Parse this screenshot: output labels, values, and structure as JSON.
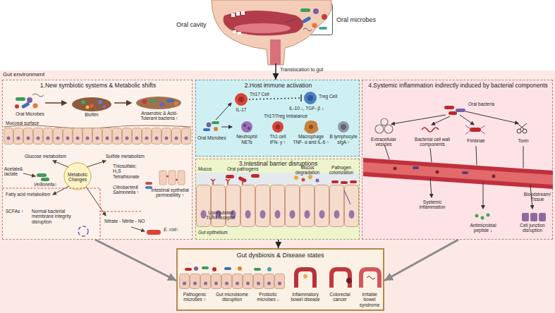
{
  "diagram": {
    "nodes": [
      {
        "text": [
          "Oral cavity"
        ]
      },
      {
        "text": [
          "Oral microbes"
        ]
      },
      {
        "text": [
          "Gut environment"
        ]
      },
      {
        "text": [
          "1.New symbiotic systems & Metabolic shifts"
        ],
        "in": 2
      },
      {
        "text": [
          "2.Host immune activation"
        ],
        "in": 2
      },
      {
        "text": [
          "3.Intestinal barrier disruptions"
        ],
        "in": 2
      },
      {
        "text": [
          "4.Systemic inflammation indirectly induced by bacterial components"
        ],
        "in": 2
      },
      {
        "text": [
          "Gut dysbiosis & Disease states"
        ],
        "in": 2
      }
    ],
    "edges": [
      {
        "from": 0,
        "to": 4,
        "label": "Translocation to gut",
        "arrow": "to"
      },
      {
        "from": 3,
        "to": 7,
        "arrow": "to"
      },
      {
        "from": 5,
        "to": 7,
        "arrow": "to"
      },
      {
        "from": 6,
        "to": 7,
        "arrow": "to"
      }
    ],
    "labels": [
      "Oral Microbes",
      "Biofilm",
      "Anaerobic & Acid-Tolerant bacteria ↑",
      "Mucosal surface",
      "Glucose metabolism",
      "Acetate& lactate",
      "Veillonella↑",
      "Metabolic Changes",
      "Sulfide metabolism",
      "Thiosulfate; H₂S Tetrathionate",
      "Citrobacter& Salmonella ↑",
      "Intestinal epithelial permeability ↑",
      "Fatty acid metabolism",
      "SCFAs ↑",
      "Normal bacterial membrane integrity disruption",
      "Nitrate - Nitrite - NO",
      "E. coli↑",
      "Th17 Cell",
      "IL-17",
      "Treg Cell",
      "IL-10 ↓, TGF- β ↓",
      "Th17/Treg Imbalance",
      "Oral Microbes",
      "Neutrophil",
      "NETs",
      "Th1 cell",
      "IFN- γ ↑",
      "Macrophage",
      "TNF- α and IL-6 ↑",
      "B lymphocyte",
      "sIgA ↑",
      "Mucus",
      "Oral pathogens",
      "Mucus degradation",
      "Pathogen colonization",
      "Upregulated TLR4 receptor",
      "Gut epithelium",
      "Oral bacteria",
      "Extracellular vesicles",
      "Bacterial cell wall components",
      "Fimbriae",
      "Toxin",
      "Bloodstream/ Tissue",
      "Systemic inflammation",
      "Antimicrobial peptide ↓",
      "Cell junction disruption",
      "Pathogenic microbes ↑",
      "Gut microbiome disruption",
      "Probiotic microbes ↓",
      "Inflammatory bowel disease",
      "Colorectal cancer",
      "Irritable bowel syndrome"
    ]
  }
}
